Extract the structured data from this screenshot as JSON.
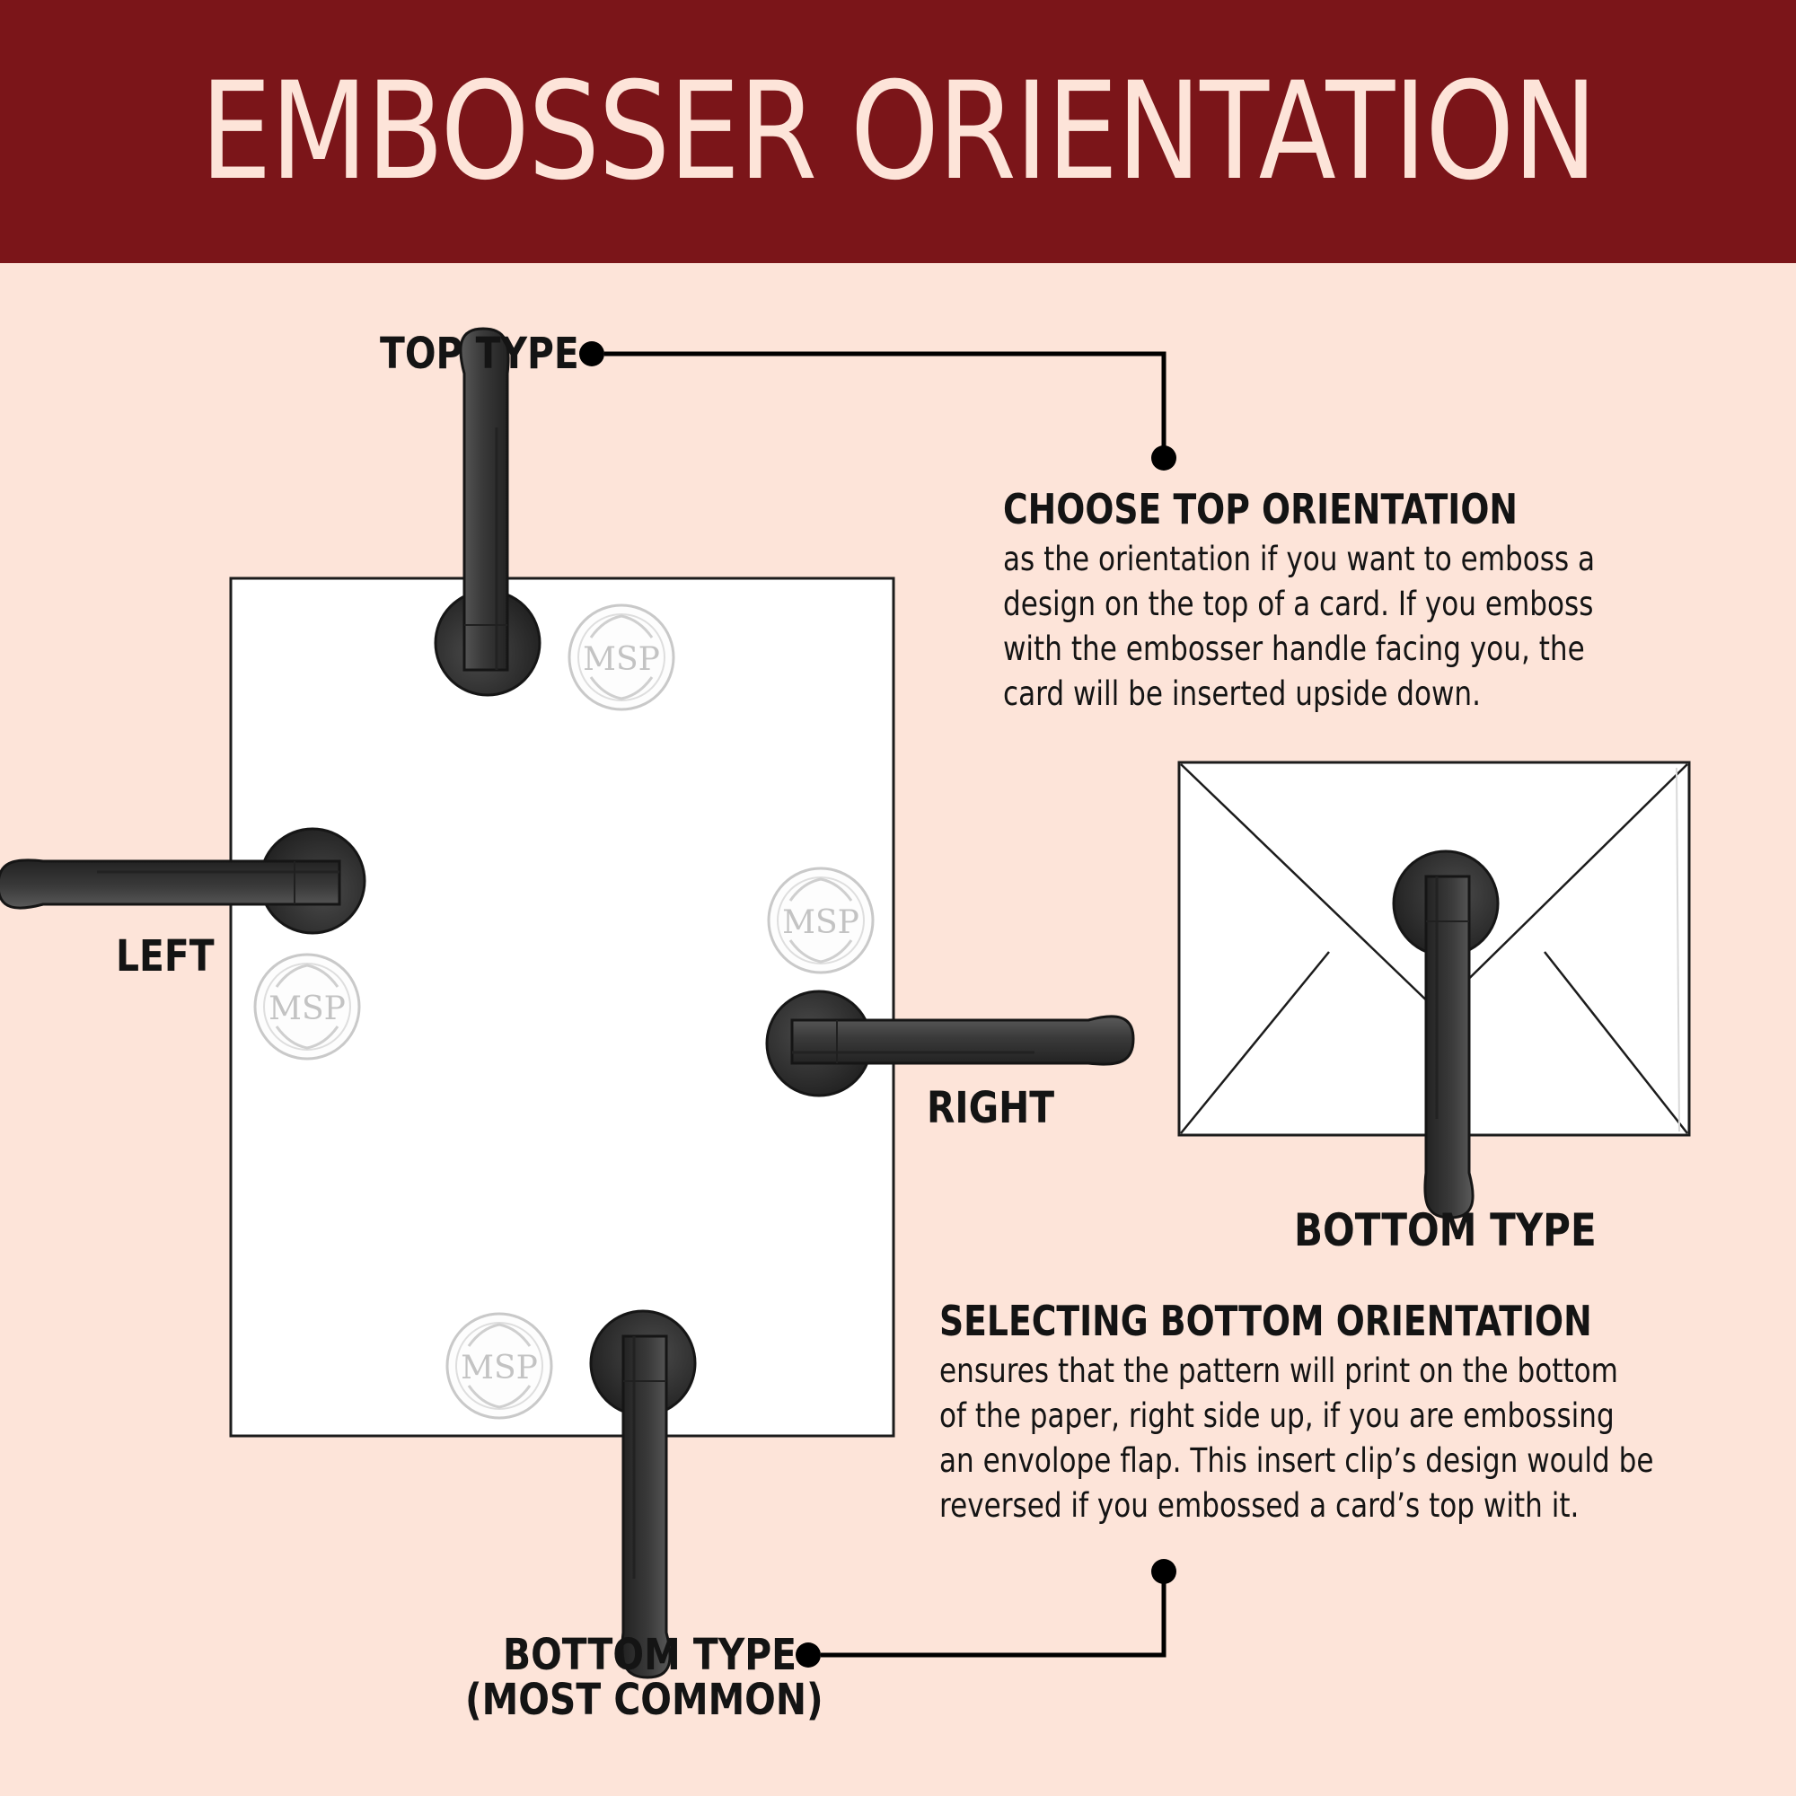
{
  "title": "EMBOSSER ORIENTATION",
  "labels": {
    "top_type": "TOP TYPE",
    "left": "LEFT",
    "right": "RIGHT",
    "bottom_type_envelope": "BOTTOM TYPE",
    "bottom_type_common_line1": "BOTTOM TYPE",
    "bottom_type_common_line2": "(MOST COMMON)"
  },
  "top_callout": {
    "heading": "CHOOSE TOP ORIENTATION",
    "lines": [
      "as the orientation if you want to emboss a",
      "design on the top of a card. If you emboss",
      "with the embosser handle facing you, the",
      "card will be inserted upside down."
    ]
  },
  "bottom_callout": {
    "heading": "SELECTING BOTTOM ORIENTATION",
    "lines": [
      "ensures that the pattern will print on the bottom",
      "of the paper, right side up, if you are embossing",
      "an envolope flap. This insert clip’s design would be",
      "reversed if you embossed a card’s top with it."
    ]
  },
  "seal_text": "MSP",
  "colors": {
    "header": "#7b1519",
    "background": "#fde4d9",
    "title_text": "#fde4d9",
    "embosser": "#3a3a3a",
    "ink": "#141414"
  }
}
